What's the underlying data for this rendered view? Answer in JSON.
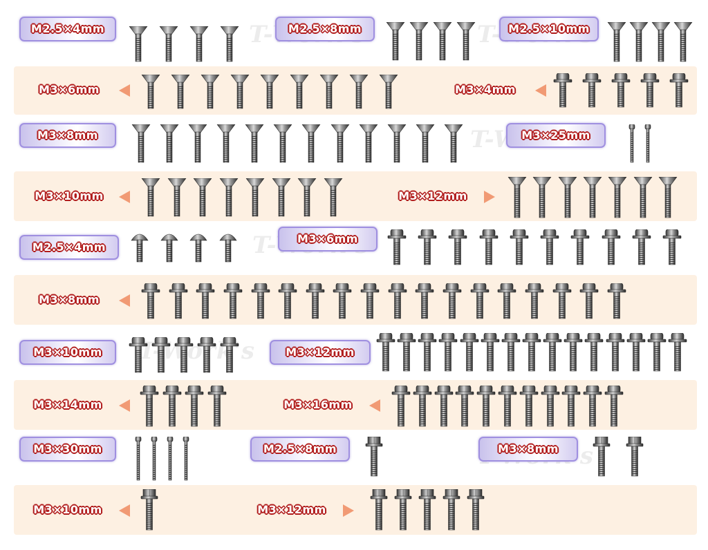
{
  "watermark": "T-Work's",
  "colors": {
    "band": "#fdf0e2",
    "arrow": "#f19a74",
    "label_outline": "#b11c1c",
    "label_box_border": "#9f8fe0"
  },
  "rows": [
    {
      "band": false,
      "groups": [
        {
          "label": "M2.5×4mm",
          "head": "flat",
          "count": 4
        },
        {
          "label": "M2.5×8mm",
          "head": "flat",
          "count": 4
        },
        {
          "label": "M2.5×10mm",
          "head": "flat",
          "count": 4
        }
      ]
    },
    {
      "band": true,
      "groups": [
        {
          "label": "M3×6mm",
          "head": "flat",
          "count": 9
        },
        {
          "label": "M3×4mm",
          "head": "flange",
          "count": 5
        }
      ]
    },
    {
      "band": false,
      "groups": [
        {
          "label": "M3×8mm",
          "head": "flat",
          "count": 12
        },
        {
          "label": "M3×25mm",
          "head": "cap",
          "count": 2
        }
      ]
    },
    {
      "band": true,
      "groups": [
        {
          "label": "M3×10mm",
          "head": "flat",
          "count": 8
        },
        {
          "label": "M3×12mm",
          "head": "flat",
          "count": 7
        }
      ]
    },
    {
      "band": false,
      "groups": [
        {
          "label": "M2.5×4mm",
          "head": "button",
          "count": 4
        },
        {
          "label": "M3×6mm",
          "head": "flange",
          "count": 10
        }
      ]
    },
    {
      "band": true,
      "groups": [
        {
          "label": "M3×8mm",
          "head": "flange",
          "count": 18
        }
      ]
    },
    {
      "band": false,
      "groups": [
        {
          "label": "M3×10mm",
          "head": "flange",
          "count": 5
        },
        {
          "label": "M3×12mm",
          "head": "flange",
          "count": 15
        }
      ]
    },
    {
      "band": true,
      "groups": [
        {
          "label": "M3×14mm",
          "head": "flange",
          "count": 4
        },
        {
          "label": "M3×16mm",
          "head": "flange",
          "count": 11
        }
      ]
    },
    {
      "band": false,
      "groups": [
        {
          "label": "M3×30mm",
          "head": "cap",
          "count": 4
        },
        {
          "label": "M2.5×8mm",
          "head": "hex",
          "count": 1
        },
        {
          "label": "M3×8mm",
          "head": "hex",
          "count": 2
        }
      ]
    },
    {
      "band": true,
      "groups": [
        {
          "label": "M3×10mm",
          "head": "hex",
          "count": 1
        },
        {
          "label": "M3×12mm",
          "head": "hex",
          "count": 5
        }
      ]
    }
  ]
}
